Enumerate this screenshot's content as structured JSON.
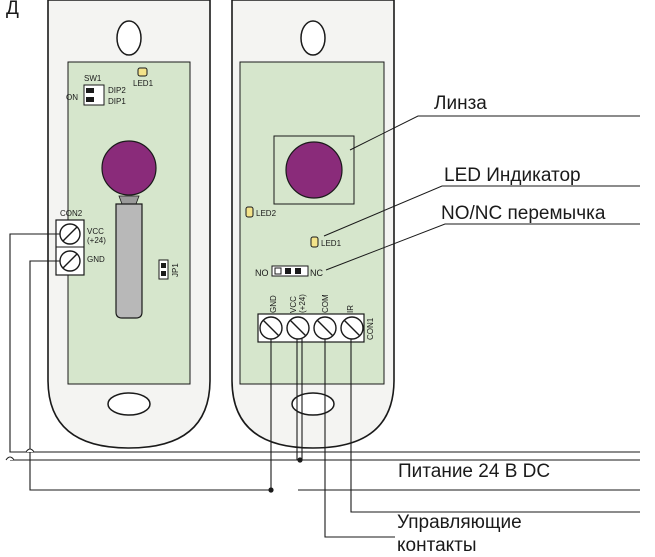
{
  "corner_mark": "Д",
  "colors": {
    "housing_fill": "#f4f4f2",
    "board_fill": "#d6e6cc",
    "lens_fill": "#8a2b7a",
    "led_fill": "#f3e38a",
    "battery_fill": "#b8b8b8",
    "line": "#1a1a1a"
  },
  "left_board": {
    "sw1": "SW1",
    "on": "ON",
    "dip2": "DIP2",
    "dip1": "DIP1",
    "led1": "LED1",
    "con2": "CON2",
    "vcc": "VCC",
    "plus24": "(+24)",
    "gnd": "GND",
    "jp1": "JP1"
  },
  "right_board": {
    "led2": "LED2",
    "led1": "LED1",
    "no": "NO",
    "nc": "NC",
    "term_gnd": "GND",
    "term_vcc": "VCC",
    "term_plus24": "(+24)",
    "term_com": "COM",
    "term_ir": "IR",
    "con1": "CON1"
  },
  "callouts": {
    "lens": "Линза",
    "led": "LED Индикатор",
    "jumper": "NO/NC перемычка",
    "power": "Питание 24 В DC",
    "control_line1": "Управляющие",
    "control_line2": "контакты"
  }
}
